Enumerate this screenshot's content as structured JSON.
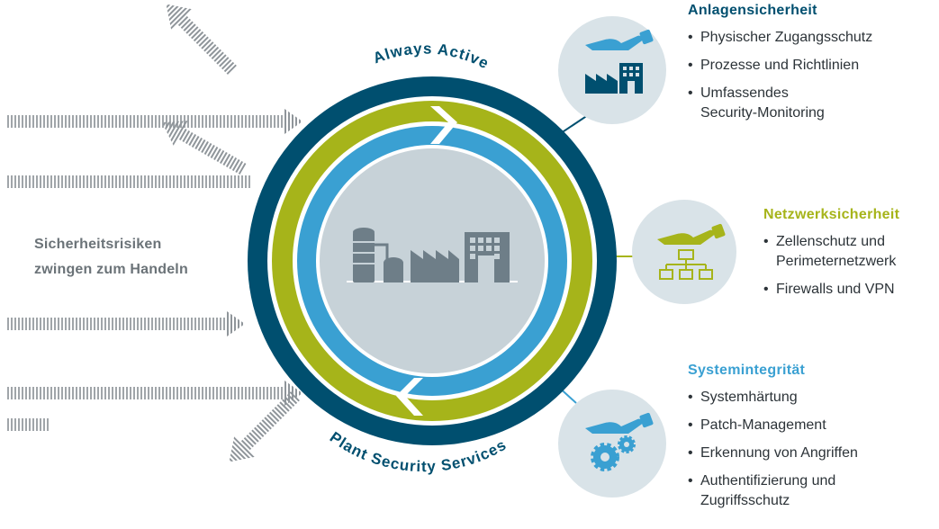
{
  "threat_text": [
    "Sicherheitsrisiken",
    "zwingen zum Handeln"
  ],
  "arc_top_label": "Always Active",
  "arc_bottom_label": "Plant Security Services",
  "sections": {
    "plant": {
      "title": "Anlagensicherheit",
      "items": [
        [
          "Physischer Zugangsschutz"
        ],
        [
          "Prozesse und Richtlinien"
        ],
        [
          "Umfassendes",
          "Security-Monitoring"
        ]
      ]
    },
    "network": {
      "title": "Netzwerksicherheit",
      "items": [
        [
          "Zellenschutz und",
          "Perimeternetzwerk"
        ],
        [
          "Firewalls und VPN"
        ]
      ]
    },
    "system": {
      "title": "Systemintegrität",
      "items": [
        [
          "Systemhärtung"
        ],
        [
          "Patch-Management"
        ],
        [
          "Erkennung von Angriffen"
        ],
        [
          "Authentifizierung und",
          "Zugriffsschutz"
        ]
      ]
    }
  },
  "colors": {
    "plant": "#004f6f",
    "network": "#a6b41a",
    "system": "#3aa0d2",
    "core": "#c7d2d8",
    "icon_bg": "#d9e3e8",
    "arrow_gray": "#8f959a"
  },
  "icons": [
    "hand-icon",
    "factory-icon",
    "network-hierarchy-icon",
    "gears-icon"
  ]
}
